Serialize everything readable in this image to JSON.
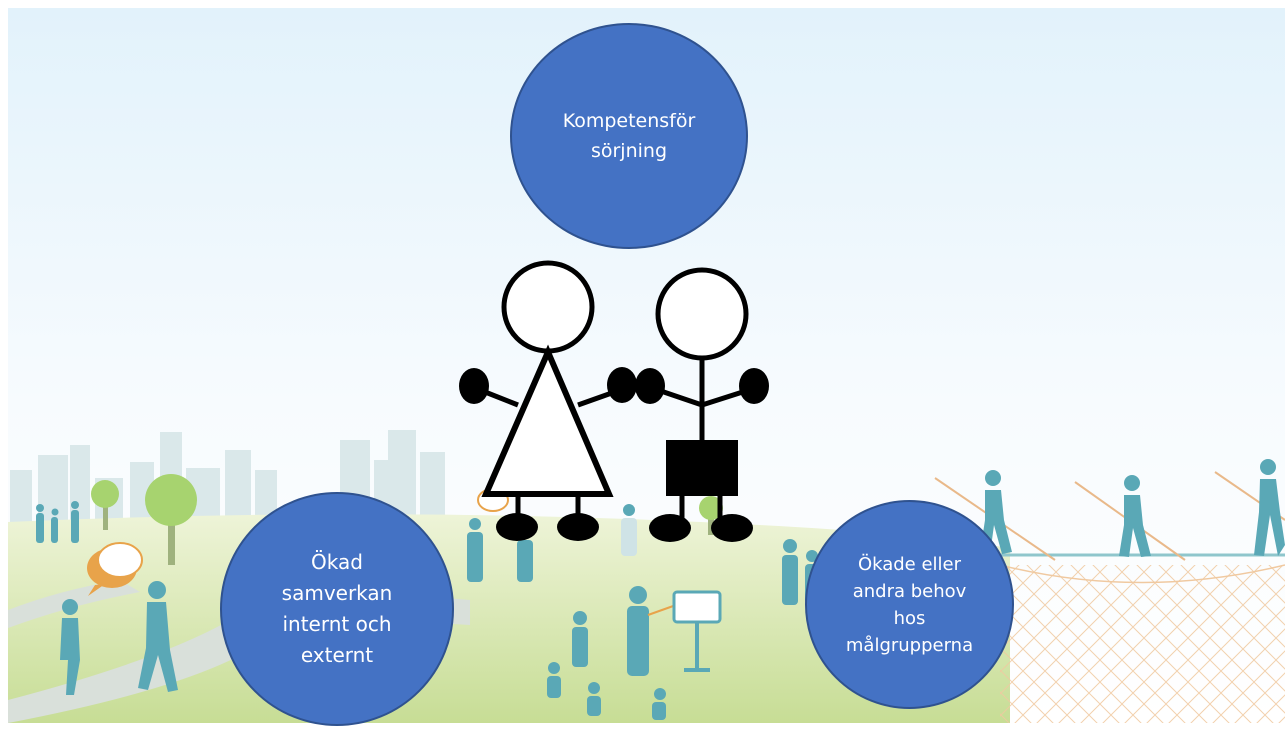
{
  "theme": {
    "circle_fill": "#4472C4",
    "circle_stroke": "#2F528F",
    "sky_top": "#e4f3fb",
    "ground": "#cfe2a3",
    "people": "#5aa8b6",
    "speech_bubble": "#e8a34a"
  },
  "nodes": {
    "top": {
      "label": "Kompetensför\nsörjning"
    },
    "left": {
      "label": "Ökad\nsamverkan\ninternt och\nexternt"
    },
    "right": {
      "label": "Ökade eller\nandra behov\nhos\nmålgrupperna"
    }
  },
  "center_figures": [
    "girl-stick-figure",
    "boy-stick-figure"
  ],
  "background": {
    "scene": "park-with-city-skyline",
    "icons": [
      "tree-icon",
      "person-icon",
      "speech-bubble-icon",
      "signboard-icon",
      "net-icon"
    ]
  }
}
